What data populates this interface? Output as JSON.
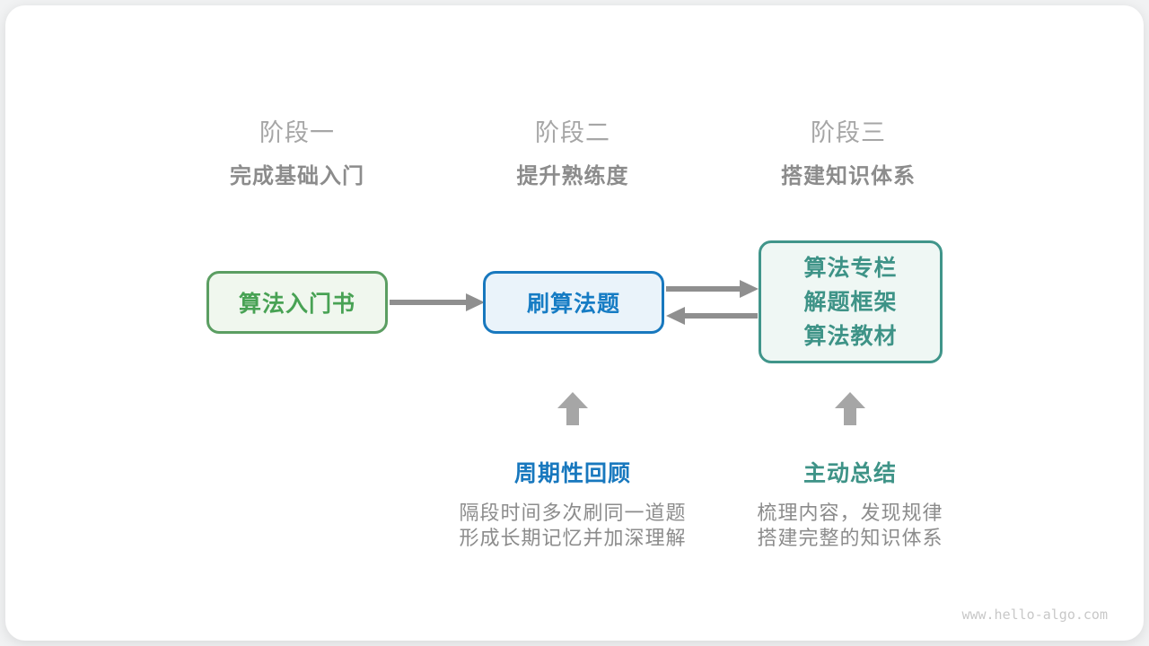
{
  "stages": [
    {
      "title": "阶段一",
      "subtitle": "完成基础入门"
    },
    {
      "title": "阶段二",
      "subtitle": "提升熟练度"
    },
    {
      "title": "阶段三",
      "subtitle": "搭建知识体系"
    }
  ],
  "nodes": [
    {
      "label": "算法入门书"
    },
    {
      "label": "刷算法题"
    },
    {
      "lines": [
        "算法专栏",
        "解题框架",
        "算法教材"
      ]
    }
  ],
  "annotations": [
    {
      "title": "周期性回顾",
      "lines": [
        "隔段时间多次刷同一道题",
        "形成长期记忆并加深理解"
      ]
    },
    {
      "title": "主动总结",
      "lines": [
        "梳理内容，发现规律",
        "搭建完整的知识体系"
      ]
    }
  ],
  "watermark": "www.hello-algo.com",
  "colors": {
    "stage_title": "#a6a6a6",
    "stage_subtitle": "#8c8c8c",
    "node_book_border": "#5b9e62",
    "node_book_background": "#f0f7ee",
    "node_book_text": "#48a254",
    "node_practice_border": "#1878be",
    "node_practice_background": "#eaf3fa",
    "node_practice_text": "#167cc4",
    "node_resources_border": "#40958a",
    "node_resources_background": "#eff7f4",
    "node_resources_text": "#3e9387",
    "horizontal_arrow": "#8f8f8f",
    "up_arrow": "#a6a6a6",
    "annotation_review_text": "#1878be",
    "annotation_summary_text": "#3e9387",
    "description_text": "#8c8c8c",
    "watermark_text": "#c8c8c8",
    "card_background": "#ffffff"
  }
}
